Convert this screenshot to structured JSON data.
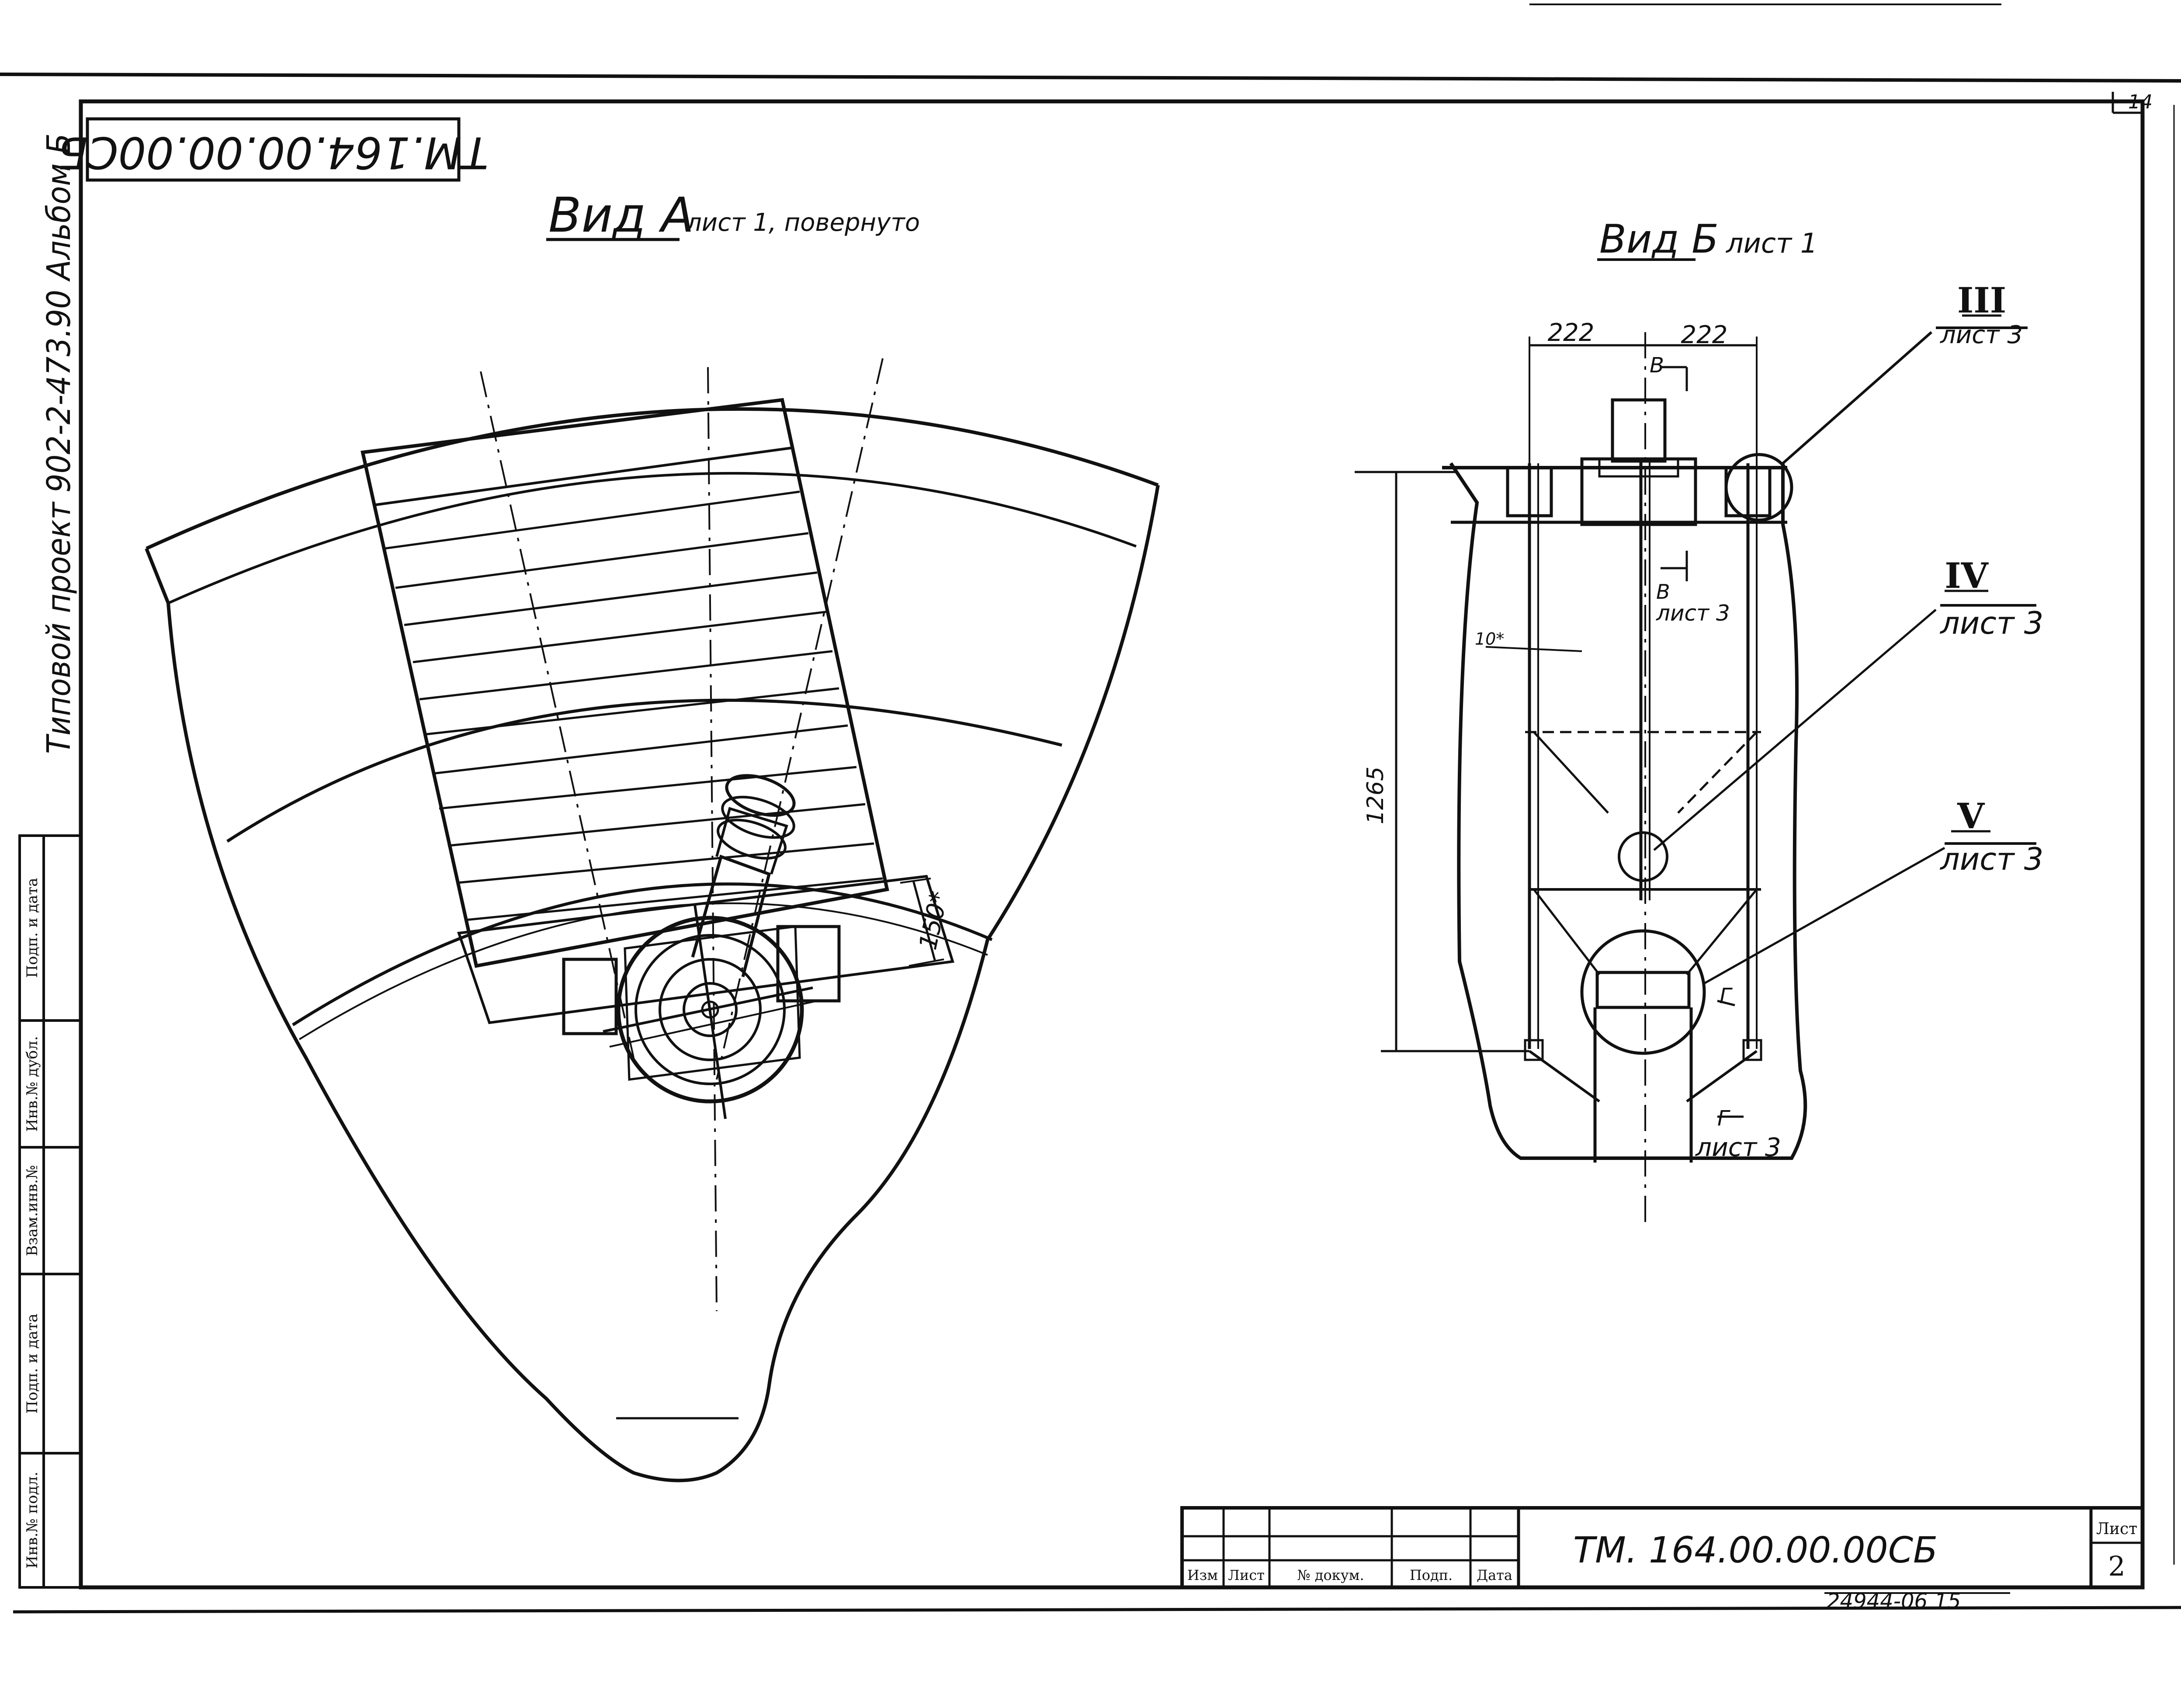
{
  "sheet_number_corner": "14",
  "code_stamp_rotated": "ТМ.164.00.00.00СБ",
  "project_vertical": "Типовой проект 902-2-473.90 Альбом Б",
  "view_a": {
    "title": "Вид А",
    "note": "лист 1, повернуто",
    "dim_150": "150*"
  },
  "view_b": {
    "title": "Вид Б",
    "note": "лист 1",
    "dim_222_left": "222",
    "dim_222_right": "222",
    "dim_1265": "1265",
    "dim_10": "10*",
    "cut_b_top": "В",
    "cut_b_bottom": "В",
    "cut_b_sheet": "лист 3",
    "cut_g": "Г",
    "cut_g_label": "Г",
    "cut_g_sheet": "лист 3",
    "callouts": [
      {
        "roman": "III",
        "sheet": "лист 3"
      },
      {
        "roman": "IV",
        "sheet": "лист 3"
      },
      {
        "roman": "V",
        "sheet": "лист 3"
      }
    ]
  },
  "side_stamp": [
    "Инв.№ подл.",
    "Подп. и дата",
    "Взам.инв.№",
    "Инв.№ дубл.",
    "Подп. и дата"
  ],
  "title_block": {
    "headers": [
      "Изм",
      "Лист",
      "№ докум.",
      "Подп.",
      "Дата"
    ],
    "designation": "ТМ. 164.00.00.00СБ",
    "sheet_label": "Лист",
    "sheet_value": "2",
    "archive": "24944-06 15"
  }
}
